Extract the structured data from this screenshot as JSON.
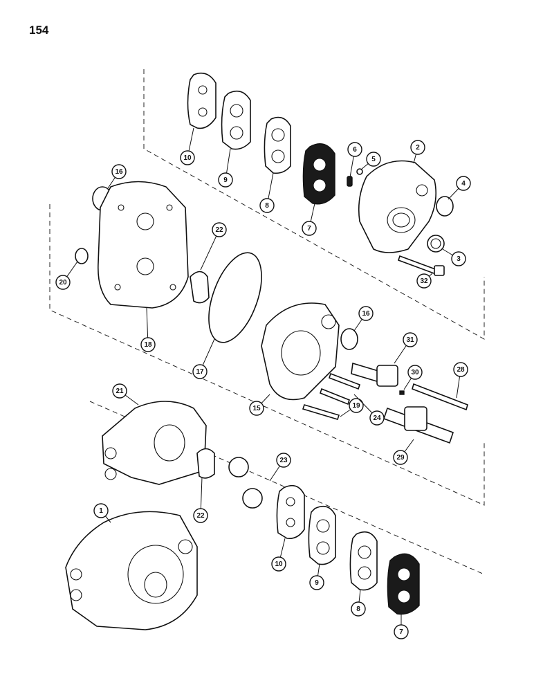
{
  "page_number": "154",
  "callouts": [
    "10",
    "9",
    "8",
    "7",
    "6",
    "5",
    "2",
    "4",
    "3",
    "32",
    "16",
    "20",
    "18",
    "22",
    "17",
    "16",
    "31",
    "30",
    "28",
    "15",
    "19",
    "24",
    "29",
    "21",
    "23",
    "22",
    "1",
    "10",
    "9",
    "8",
    "7"
  ],
  "colors": {
    "ink": "#111111",
    "paper": "#ffffff"
  }
}
